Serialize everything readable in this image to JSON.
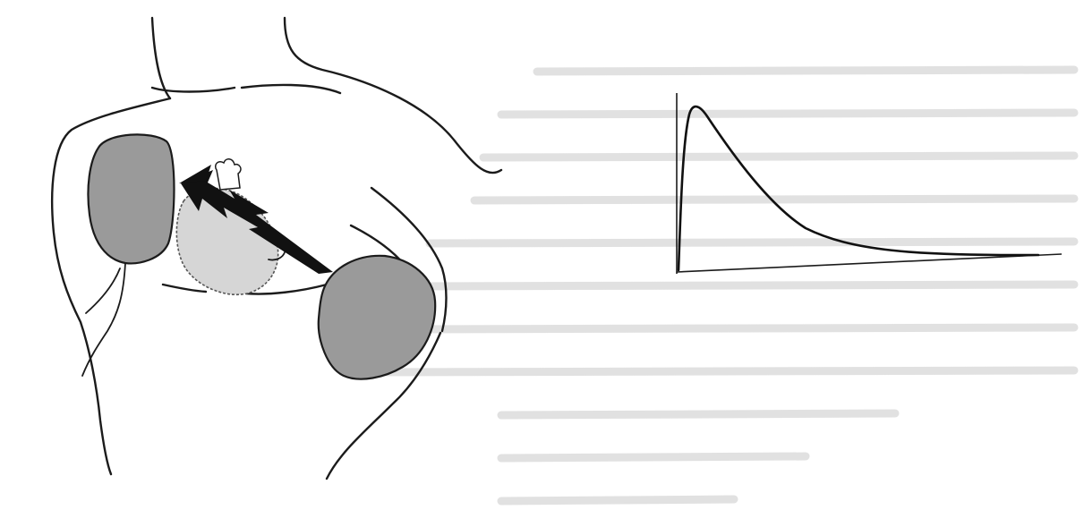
{
  "colors": {
    "background": "#ffffff",
    "outline": "#1b1b1b",
    "pad_fill": "#9a9a9a",
    "heart_fill": "#d6d6d6",
    "bleed_through_text": "#a8a8a8"
  },
  "illustration": {
    "subject": "torso",
    "icons": [
      "right-pad-icon",
      "left-pad-icon",
      "heart-icon",
      "shock-arrow-icon",
      "lightning-bolt-icon"
    ]
  },
  "waveform": {
    "shape": "monophasic exponential decay",
    "axes": [
      "vertical",
      "horizontal"
    ]
  }
}
